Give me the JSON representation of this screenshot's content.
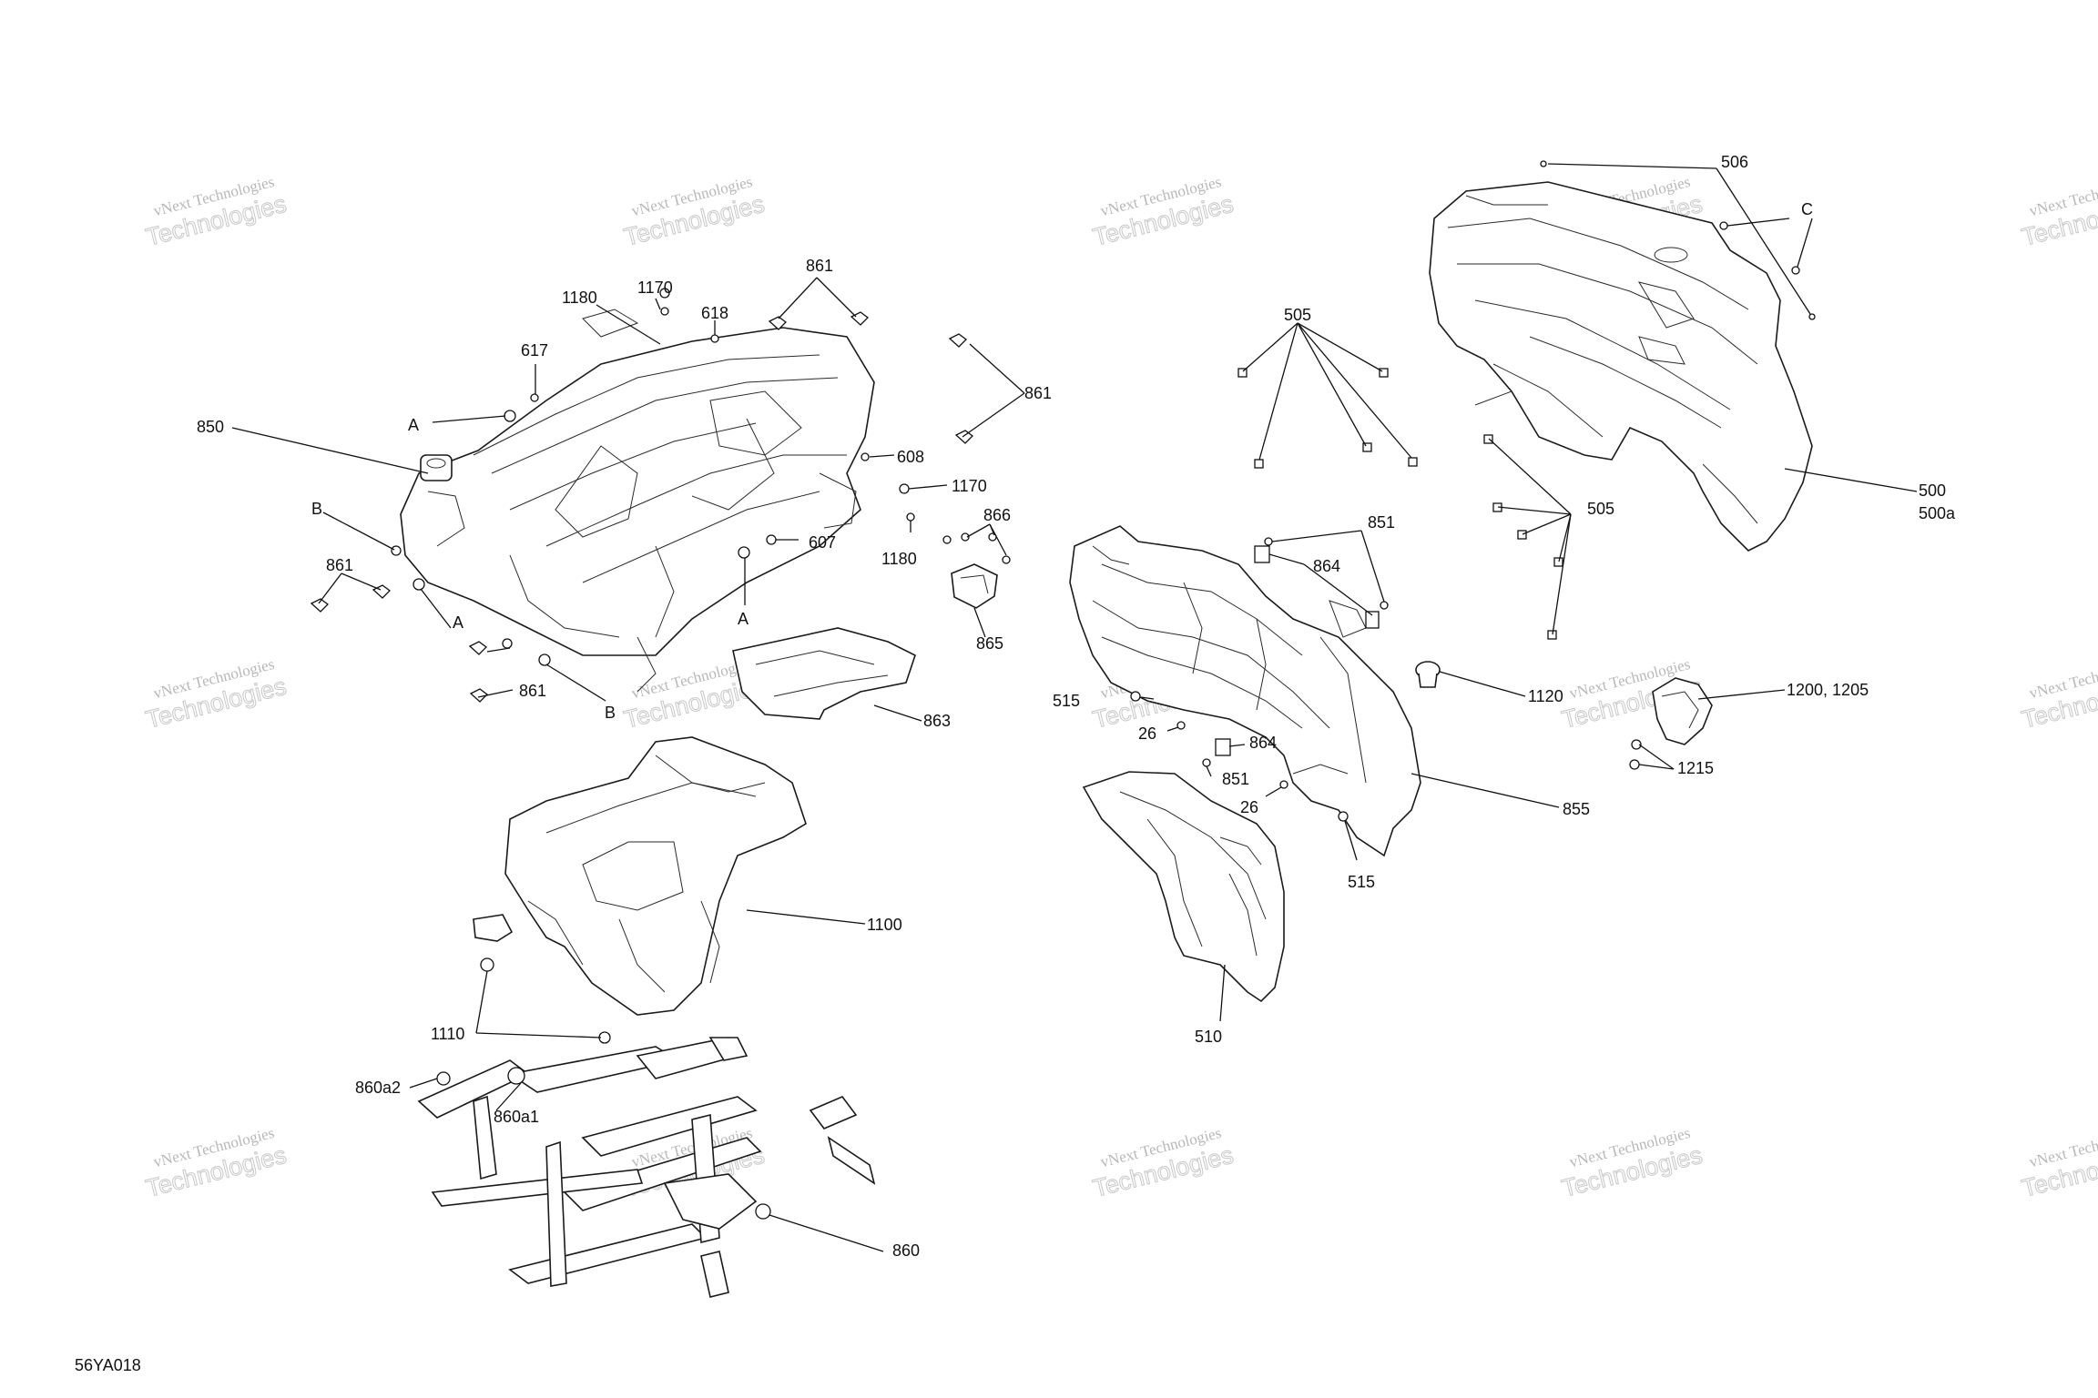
{
  "drawing_id": "56YA018",
  "watermark": {
    "line1": "vNext Technologies",
    "line2": "Technologies",
    "arc": "vNext"
  },
  "callouts": {
    "c861a": "861",
    "c1170a": "1170",
    "c1180a": "1180",
    "c618": "618",
    "c617": "617",
    "cA1": "A",
    "c850": "850",
    "c861b": "861",
    "c608": "608",
    "c1170b": "1170",
    "cB1": "B",
    "c861c": "861",
    "c866": "866",
    "c607": "607",
    "c1180b": "1180",
    "cA2": "A",
    "cA3": "A",
    "c865": "865",
    "c861d": "861",
    "cB2": "B",
    "c863": "863",
    "c1100": "1100",
    "c1110": "1110",
    "c860a2": "860a2",
    "c860a1": "860a1",
    "c860": "860",
    "c505a": "505",
    "c506": "506",
    "cC": "C",
    "c500": "500",
    "c500a": "500a",
    "c505b": "505",
    "c851a": "851",
    "c864a": "864",
    "c515a": "515",
    "c26a": "26",
    "c864b": "864",
    "c851b": "851",
    "c26b": "26",
    "c515b": "515",
    "c855": "855",
    "c510": "510",
    "c1120": "1120",
    "c1200": "1200, 1205",
    "c1215": "1215"
  }
}
